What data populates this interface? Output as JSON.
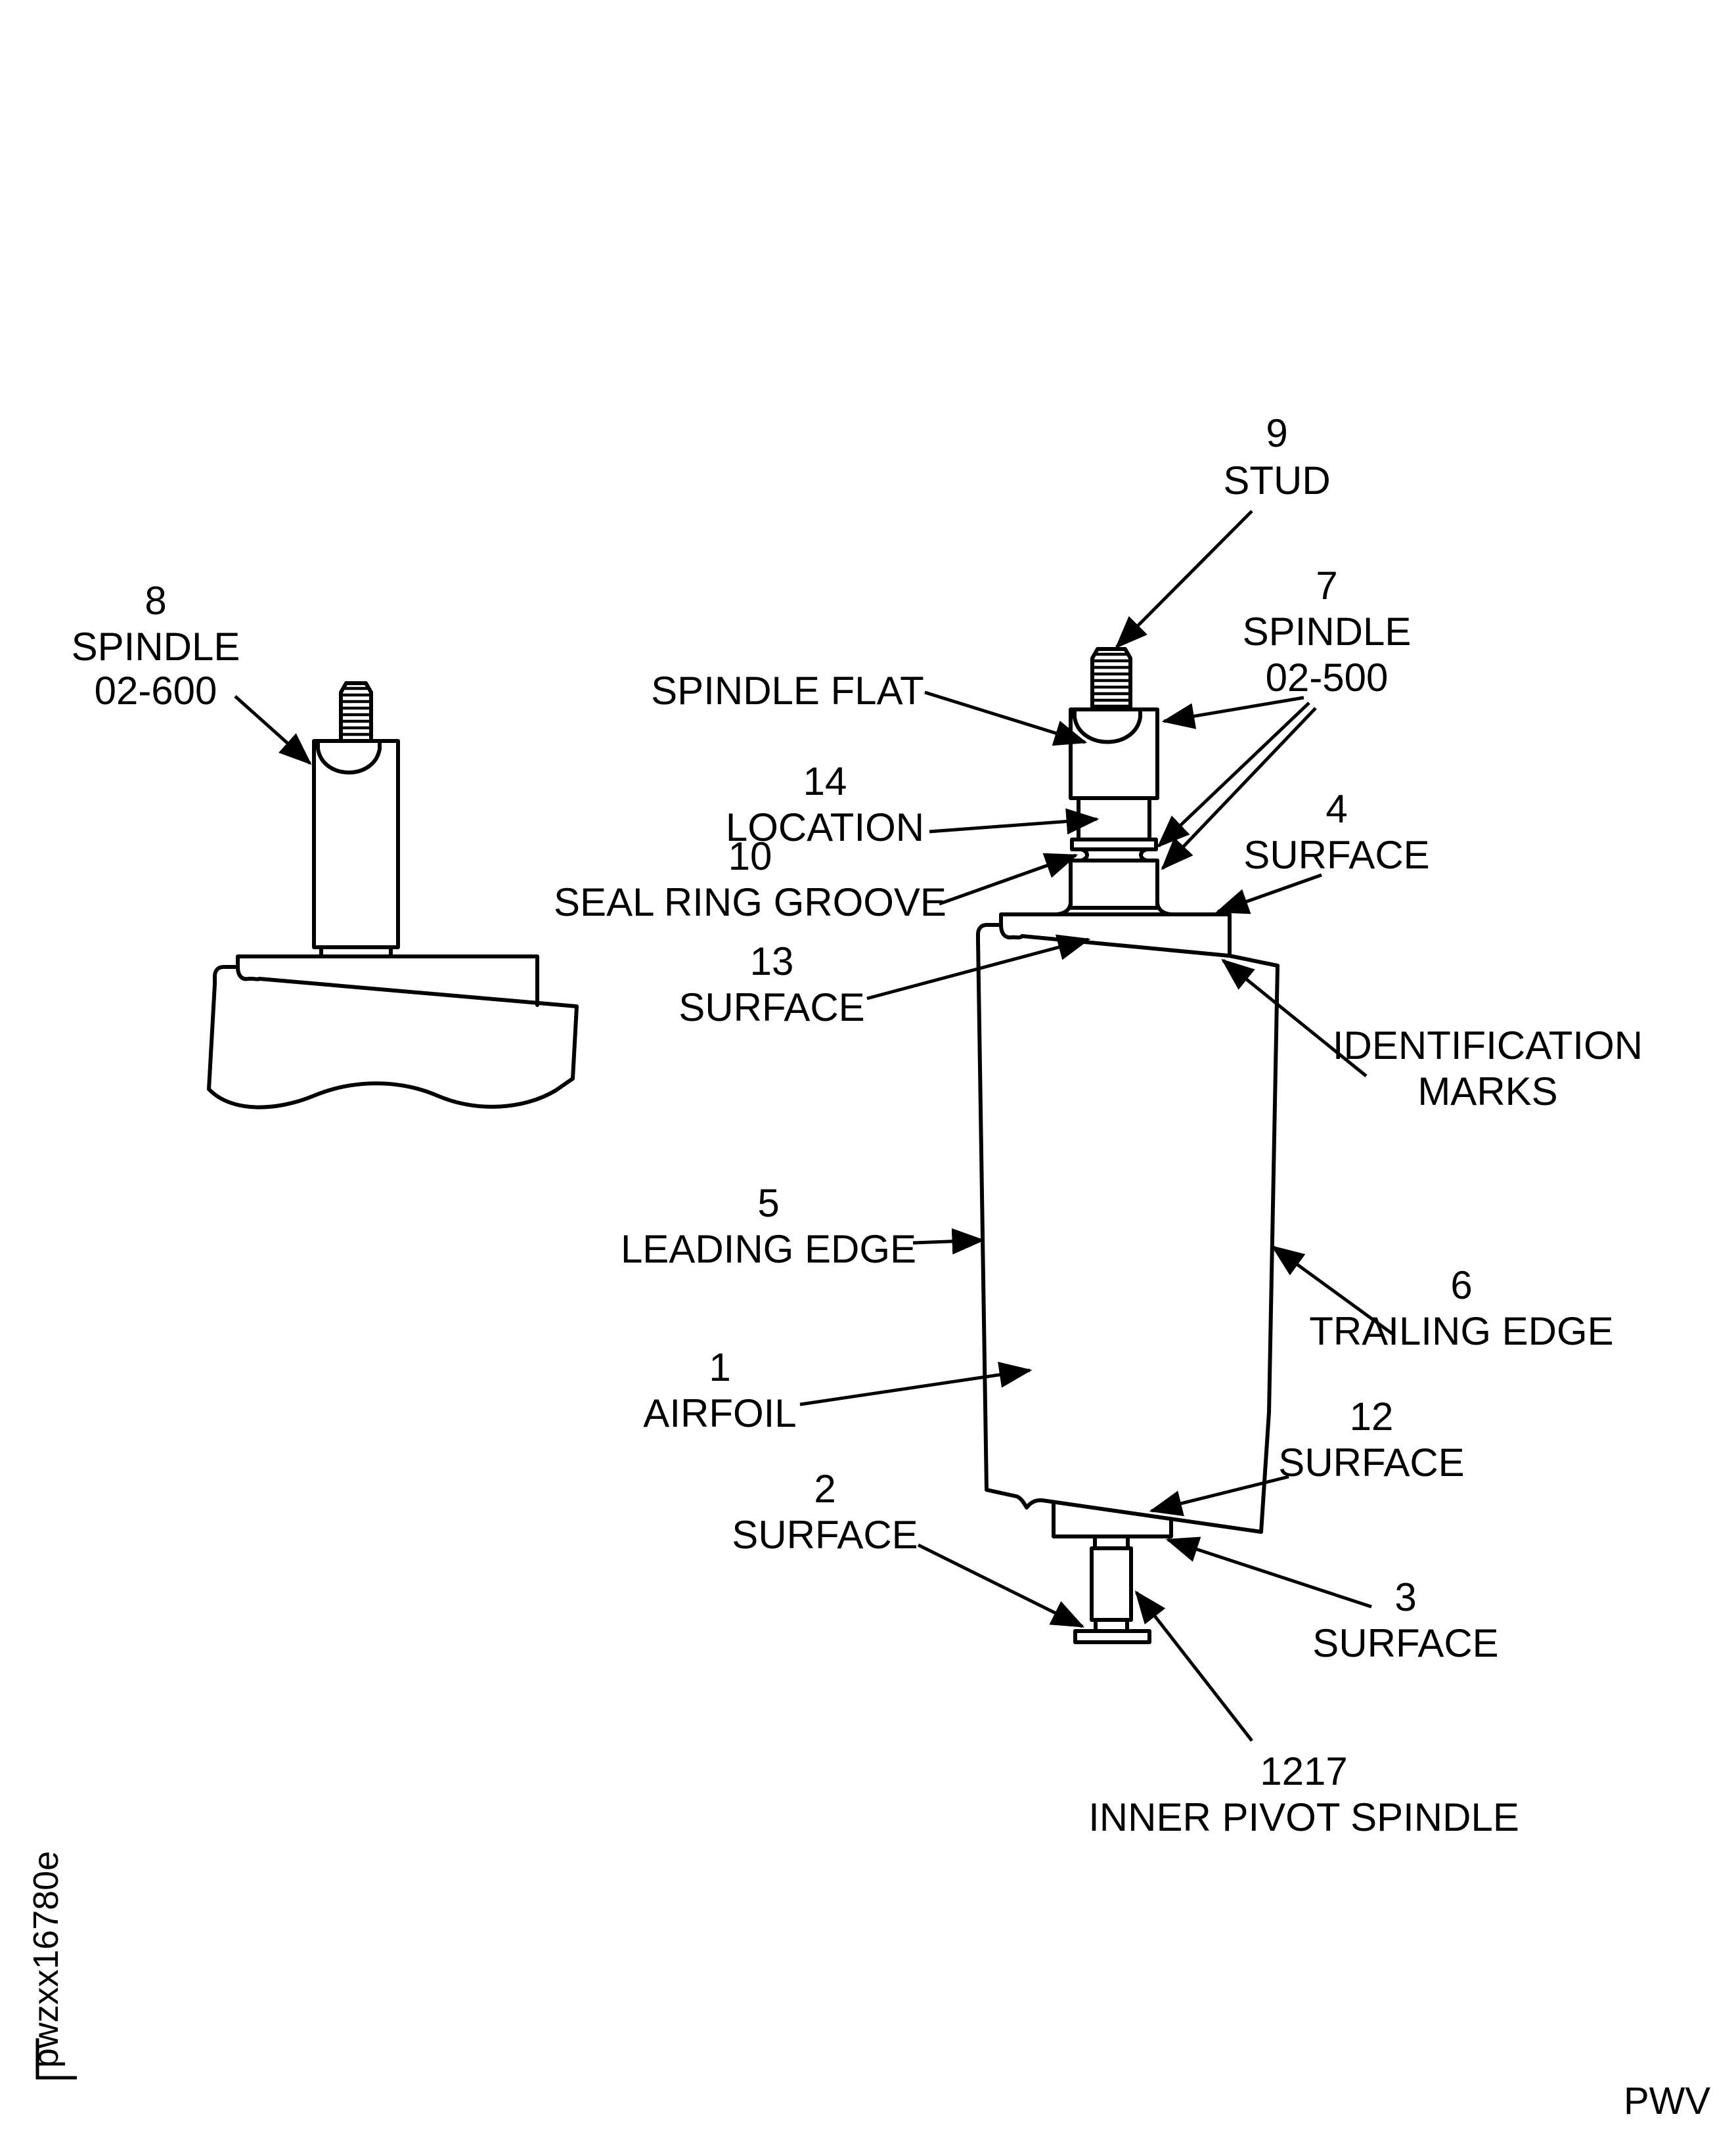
{
  "callouts": {
    "c8": {
      "num": "8",
      "line1": "SPINDLE",
      "line2": "02-600"
    },
    "c9": {
      "num": "9",
      "line1": "STUD"
    },
    "c7": {
      "num": "7",
      "line1": "SPINDLE",
      "line2": "02-500"
    },
    "spindle_flat": {
      "line1": "SPINDLE FLAT"
    },
    "c14": {
      "num": "14",
      "line1": "LOCATION"
    },
    "c10": {
      "num": "10",
      "line1": "SEAL RING GROOVE"
    },
    "c13": {
      "num": "13",
      "line1": "SURFACE"
    },
    "c4": {
      "num": "4",
      "line1": "SURFACE"
    },
    "id_marks": {
      "line1": "IDENTIFICATION",
      "line2": "MARKS"
    },
    "c5": {
      "num": "5",
      "line1": "LEADING EDGE"
    },
    "c6": {
      "num": "6",
      "line1": "TRAILING EDGE"
    },
    "c1": {
      "num": "1",
      "line1": "AIRFOIL"
    },
    "c12": {
      "num": "12",
      "line1": "SURFACE"
    },
    "c2": {
      "num": "2",
      "line1": "SURFACE"
    },
    "c3": {
      "num": "3",
      "line1": "SURFACE"
    },
    "c1217": {
      "num": "1217",
      "line1": "INNER PIVOT SPINDLE"
    }
  },
  "footer": {
    "drawing_code": "pwzxx16780e",
    "publisher_code": "PWV"
  },
  "colors": {
    "ink": "#000000",
    "background": "#ffffff"
  }
}
